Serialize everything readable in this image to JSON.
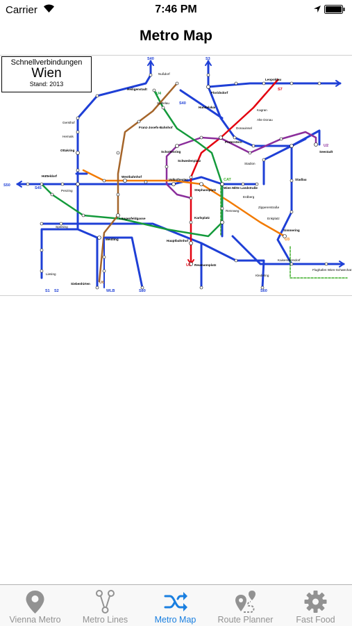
{
  "status_bar": {
    "carrier": "Carrier",
    "time": "7:46 PM"
  },
  "nav": {
    "title": "Metro Map"
  },
  "map": {
    "legend": {
      "line1": "Schnellverbindungen",
      "line2": "Wien",
      "line3": "Stand: 2013"
    },
    "line_labels": {
      "s40": "S40",
      "s3_top": "S3",
      "s7": "S7",
      "s45": "S45",
      "s40b": "S40",
      "s1_bottom": "S1",
      "s2_bottom": "S2",
      "u6_bottom": "U6",
      "wlb": "WLB",
      "s80_bottom": "S80",
      "u1_bottom": "U1",
      "s60_bottom": "S60",
      "s50": "S50",
      "u2": "U2",
      "u3": "U3",
      "u4": "U4",
      "cat": "CAT"
    },
    "stations": {
      "heiligenstadt": "Heiligenstadt",
      "floridsdorf": "Floridsdorf",
      "handelskai": "Handelskai",
      "praterstern": "Praterstern",
      "schottenring": "Schottenring",
      "schwedenplatz": "Schwedenplatz",
      "stephansplatz": "Stephansplatz",
      "karlsplatz": "Karlsplatz",
      "westbahnhof": "Westbahnhof",
      "huetteldorf": "Hütteldorf",
      "ottakring": "Ottakring",
      "meidling": "Meidling",
      "hauptbahnhof": "Hauptbahnhof",
      "reumannplatz": "Reumannplatz",
      "simmering": "Simmering",
      "leopoldau": "Leopoldau",
      "stadlau": "Stadlau",
      "seestadt": "Seestadt",
      "siebenhirten": "Siebenhirten",
      "volkstheater": "Volkstheater",
      "landstrasse": "Wien Mitte Landstraße",
      "laengenfeldgasse": "Längenfeldgasse",
      "spittelau": "Spittelau",
      "franz_josefs_bf": "Franz-Josefs-Bahnhof",
      "nussdorf": "Nußdorf",
      "gersthof": "Gersthof",
      "hernals": "Hernals",
      "penzing": "Penzing",
      "speising": "Speising",
      "liesing": "Liesing",
      "flughafen": "Flughafen Wien-Schwechat",
      "kaiserebersdorf": "Kaiserebersdorf",
      "kledering": "Kledering",
      "rennweg": "Rennweg",
      "stadion": "Stadion",
      "kagran": "Kagran",
      "alte_donau": "Alte Donau",
      "donauinsel": "Donauinsel",
      "erdberg": "Erdberg",
      "zippererstrasse": "Zippererstraße",
      "enkplatz": "Enkplatz"
    }
  },
  "tabs": [
    {
      "label": "Vienna Metro",
      "icon": "map-pin-icon"
    },
    {
      "label": "Metro Lines",
      "icon": "network-icon"
    },
    {
      "label": "Metro Map",
      "icon": "shuffle-icon"
    },
    {
      "label": "Route Planner",
      "icon": "route-icon"
    },
    {
      "label": "Fast Food",
      "icon": "gear-icon"
    }
  ],
  "colors": {
    "accent": "#1a7fe0",
    "s_bahn": "#1e3fd6",
    "u1": "#e3000f",
    "u2": "#8b2e9b",
    "u3": "#f27a00",
    "u4": "#149a3b",
    "u6": "#a5652a",
    "cat": "#3fae2a"
  }
}
